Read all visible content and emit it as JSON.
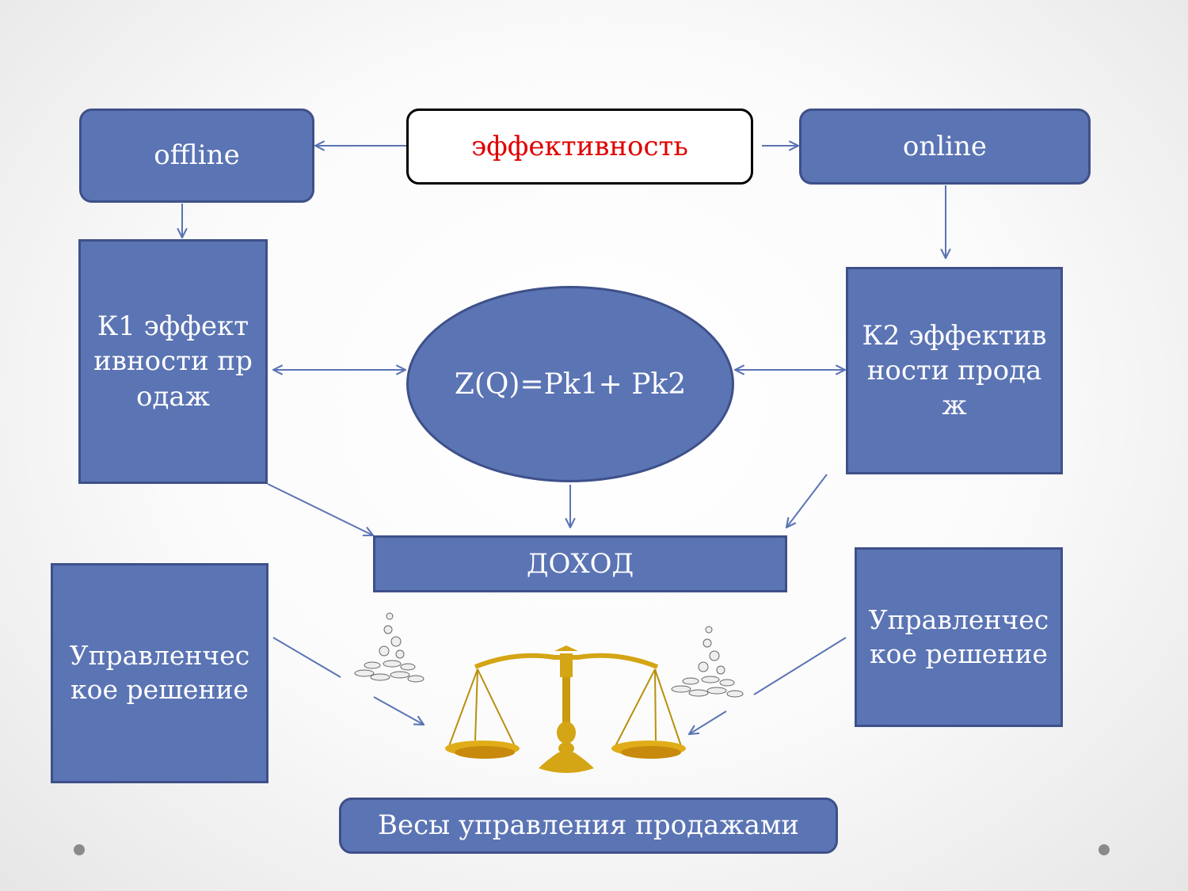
{
  "boxes": {
    "offline": "offline",
    "efficiency": "эффективность",
    "online": "online",
    "k1": "К1 эффективности продаж",
    "formula": "Z(Q)=Pk1+ Pk2",
    "k2": "К2 эффективности продаж",
    "income": "ДОХОД",
    "decision_left": "Управленческое решение",
    "decision_right": "Управленческое решение",
    "scales_label": "Весы управления продажами"
  },
  "colors": {
    "box_fill": "#5b74b4",
    "box_border": "#3e5089",
    "accent_text": "#e00000",
    "arrow": "#5b74b4",
    "gold": "#d4a514"
  }
}
